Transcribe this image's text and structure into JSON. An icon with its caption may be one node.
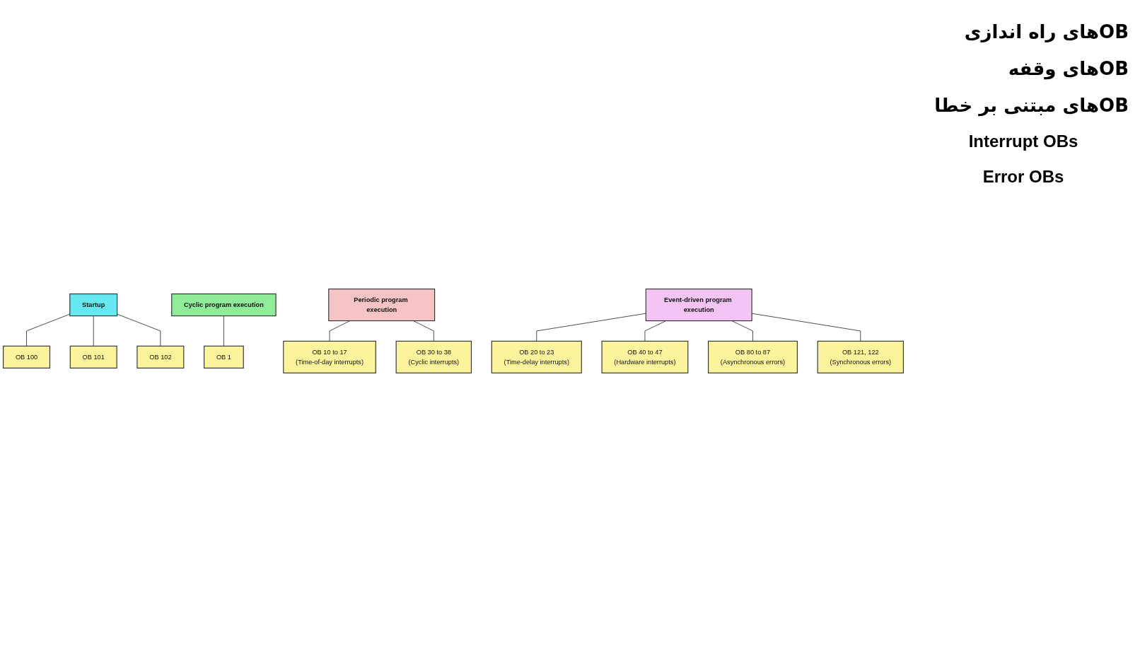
{
  "diagram": {
    "nodes": [
      {
        "text": [
          "Startup"
        ]
      },
      {
        "text": [
          "OB 100"
        ]
      },
      {
        "text": [
          "OB 101"
        ]
      },
      {
        "text": [
          "OB 102"
        ]
      },
      {
        "text": [
          "Cyclic program execution"
        ]
      },
      {
        "text": [
          "OB 1"
        ]
      },
      {
        "text": [
          "Periodic program execution"
        ]
      },
      {
        "text": [
          "OB 10 to 17",
          "(Time-of-day interrupts)"
        ]
      },
      {
        "text": [
          "OB 30 to 38",
          "(Cyclic interrupts)"
        ]
      },
      {
        "text": [
          "Event-driven program execution"
        ]
      },
      {
        "text": [
          "OB 20 to 23",
          "(Time-delay interrupts)"
        ]
      },
      {
        "text": [
          "OB 40 to 47",
          "(Hardware interrupts)"
        ]
      },
      {
        "text": [
          "OB 80 to 87",
          "(Asynchronous errors)"
        ]
      },
      {
        "text": [
          "OB 121, 122",
          "(Synchronous errors)"
        ]
      }
    ],
    "edges": [
      {
        "from": 0,
        "to": 1,
        "arrow": "none"
      },
      {
        "from": 0,
        "to": 2,
        "arrow": "none"
      },
      {
        "from": 0,
        "to": 3,
        "arrow": "none"
      },
      {
        "from": 4,
        "to": 5,
        "arrow": "none"
      },
      {
        "from": 6,
        "to": 7,
        "arrow": "none"
      },
      {
        "from": 6,
        "to": 8,
        "arrow": "none"
      },
      {
        "from": 9,
        "to": 10,
        "arrow": "none"
      },
      {
        "from": 9,
        "to": 11,
        "arrow": "none"
      },
      {
        "from": 9,
        "to": 12,
        "arrow": "none"
      },
      {
        "from": 9,
        "to": 13,
        "arrow": "none"
      }
    ],
    "labels": [
      "OBهای راه اندازی",
      "OBهای وقفه",
      "OBهای مبتنی بر خطا",
      "Interrupt OBs",
      "Error OBs"
    ]
  }
}
